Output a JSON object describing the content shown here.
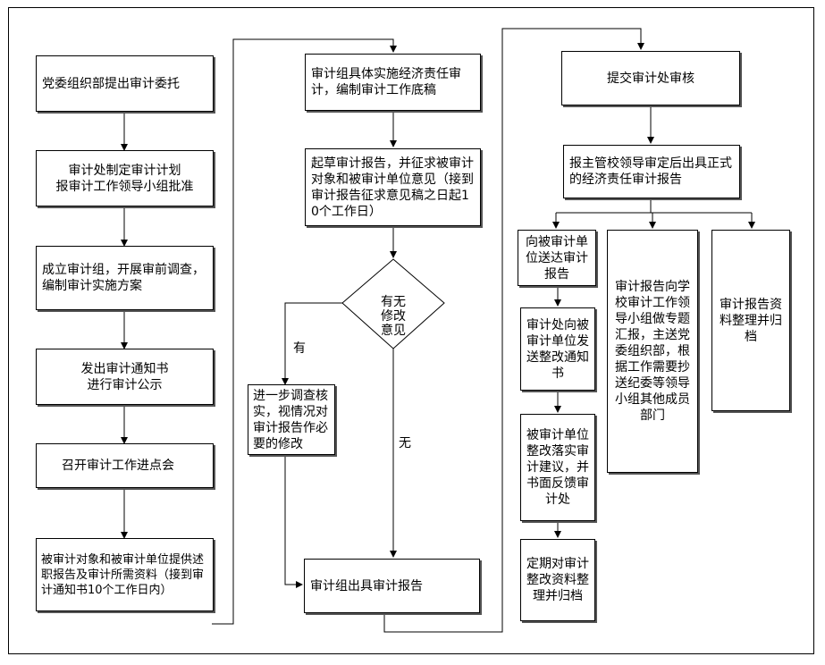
{
  "steps": {
    "s1": "党委组织部提出审计委托",
    "s2": "审计处制定审计计划\n报审计工作领导小组批准",
    "s3": "成立审计组，开展审前调查，编制审计实施方案",
    "s4": "发出审计通知书\n进行审计公示",
    "s5": "召开审计工作进点会",
    "s6": "被审计对象和被审计单位提供述职报告及审计所需资料（接到审计通知书10个工作日内）",
    "m1": "审计组具体实施经济责任审计，编制审计工作底稿",
    "m2": "起草审计报告，并征求被审计对象和被审计单位意见（接到审计报告征求意见稿之日起10个工作日）",
    "decision": "有无\n修改\n意见",
    "yes_label": "有",
    "no_label": "无",
    "m_yes": "进一步调查核实，视情况对审计报告作必要的修改",
    "m_final": "审计组出具审计报告",
    "r1": "提交审计处审核",
    "r2": "报主管校领导审定后出具正式的经济责任审计报告",
    "b1": "向被审计单位送达审计报告",
    "b2": "审计处向被审计单位发送整改通知书",
    "b3": "被审计单位整改落实审计建议，并书面反馈审计处",
    "b4": "定期对审计整改资料整理并归档",
    "c1": "审计报告向学校审计工作领导小组做专题汇报，主送党委组织部，根据工作需要抄送纪委等领导小组其他成员部门",
    "d1": "审计报告资料整理并归档"
  }
}
